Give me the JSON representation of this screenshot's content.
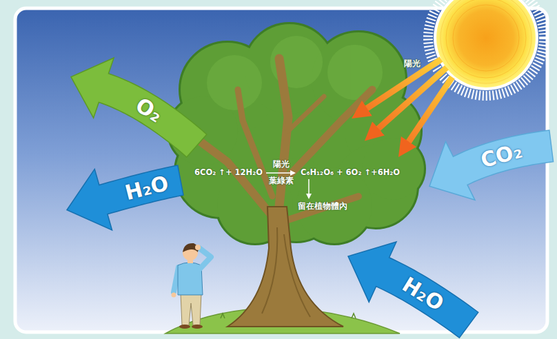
{
  "diagram": {
    "nodes": [
      {
        "text": [
          "O₂"
        ]
      },
      {
        "text": [
          "H₂O"
        ]
      },
      {
        "text": [
          "CO₂"
        ]
      },
      {
        "text": [
          "H₂O"
        ]
      }
    ],
    "labels": [
      "陽光",
      "6CO₂ ↑+ 12H₂O",
      "陽光",
      "葉綠素",
      "C₆H₁₂O₆ + 6O₂ ↑+6H₂O",
      "留在植物體內"
    ]
  }
}
